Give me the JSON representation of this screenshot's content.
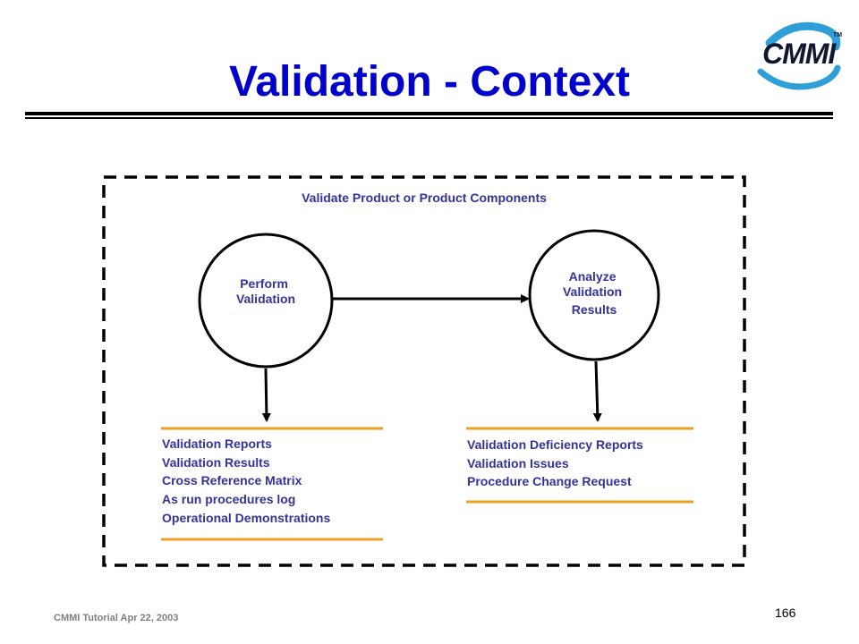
{
  "slide": {
    "title": "Validation - Context",
    "footer": "CMMI Tutorial Apr 22, 2003",
    "page_number": "166"
  },
  "logo": {
    "text": "CMMI",
    "tm": "TM"
  },
  "diagram": {
    "boundary_label": "Validate Product or Product Components",
    "processes": [
      {
        "lines": [
          "Perform",
          "Validation"
        ]
      },
      {
        "lines": [
          "Analyze",
          "Validation",
          "Results"
        ]
      }
    ],
    "stores": [
      {
        "items": [
          "Validation Reports",
          "Validation Results",
          "Cross Reference Matrix",
          "As run procedures log",
          "Operational Demonstrations"
        ]
      },
      {
        "items": [
          "Validation Deficiency Reports",
          "Validation Issues",
          "Procedure Change Request"
        ]
      }
    ]
  },
  "colors": {
    "title": "#0000CC",
    "store_line": "#F0A020",
    "label_text": "#333399",
    "boundary": "#000000"
  }
}
